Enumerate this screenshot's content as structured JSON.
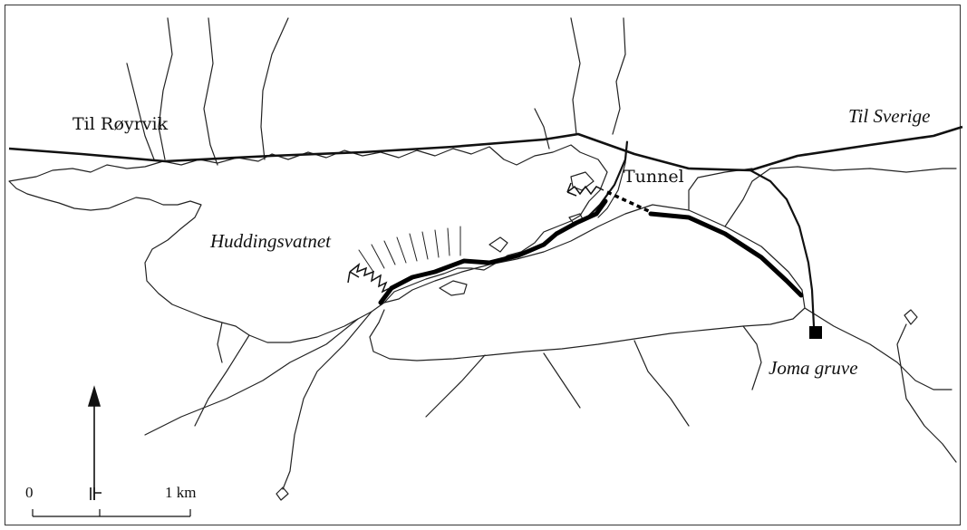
{
  "map": {
    "labels": {
      "road_west": "Til Røyrvik",
      "road_east": "Til Sverige",
      "lake": "Huddingsvatnet",
      "tunnel": "Tunnel",
      "mine": "Joma gruve"
    },
    "scale": {
      "zero": "0",
      "one_km": "1 km"
    },
    "north_arrow_icon": "north-arrow-icon",
    "mine_icon": "filled-square-icon"
  }
}
